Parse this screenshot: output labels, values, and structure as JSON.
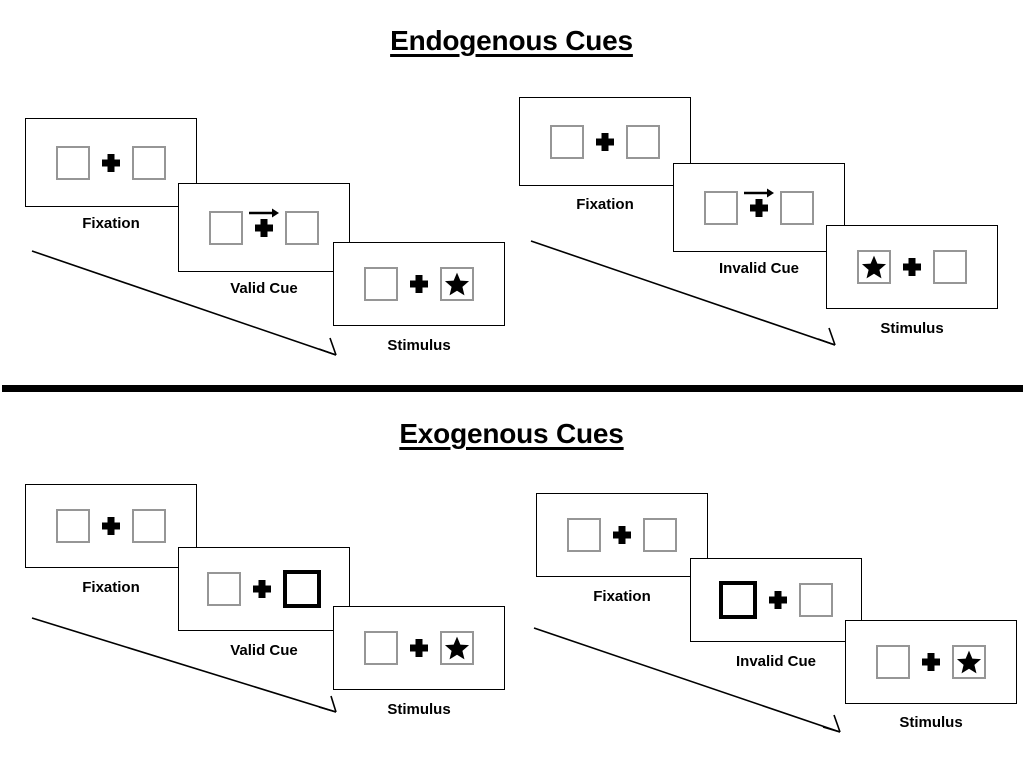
{
  "figure": {
    "background_color": "#ffffff",
    "line_color": "#000000",
    "box_border_color": "#969696",
    "cue_border_color": "#000000"
  },
  "sections": [
    {
      "id": "endogenous",
      "title": "Endogenous Cues",
      "streams": [
        {
          "id": "endogenous-valid",
          "panels": [
            {
              "label": "Fixation",
              "left_box": "empty",
              "right_box": "empty",
              "center": "fixation-cross",
              "cue": "none"
            },
            {
              "label": "Valid Cue",
              "left_box": "empty",
              "right_box": "empty",
              "center": "fixation-cross",
              "cue": "arrow-right"
            },
            {
              "label": "Stimulus",
              "left_box": "empty",
              "right_box": "star",
              "center": "fixation-cross",
              "cue": "none"
            }
          ]
        },
        {
          "id": "endogenous-invalid",
          "panels": [
            {
              "label": "Fixation",
              "left_box": "empty",
              "right_box": "empty",
              "center": "fixation-cross",
              "cue": "none"
            },
            {
              "label": "Invalid Cue",
              "left_box": "empty",
              "right_box": "empty",
              "center": "fixation-cross",
              "cue": "arrow-right"
            },
            {
              "label": "Stimulus",
              "left_box": "star",
              "right_box": "empty",
              "center": "fixation-cross",
              "cue": "none"
            }
          ]
        }
      ]
    },
    {
      "id": "exogenous",
      "title": "Exogenous Cues",
      "streams": [
        {
          "id": "exogenous-valid",
          "panels": [
            {
              "label": "Fixation",
              "left_box": "empty",
              "right_box": "empty",
              "center": "fixation-cross",
              "cue": "none"
            },
            {
              "label": "Valid Cue",
              "left_box": "empty",
              "right_box": "highlighted",
              "center": "fixation-cross",
              "cue": "none"
            },
            {
              "label": "Stimulus",
              "left_box": "empty",
              "right_box": "star",
              "center": "fixation-cross",
              "cue": "none"
            }
          ]
        },
        {
          "id": "exogenous-invalid",
          "panels": [
            {
              "label": "Fixation",
              "left_box": "empty",
              "right_box": "empty",
              "center": "fixation-cross",
              "cue": "none"
            },
            {
              "label": "Invalid Cue",
              "left_box": "highlighted",
              "right_box": "empty",
              "center": "fixation-cross",
              "cue": "none"
            },
            {
              "label": "Stimulus",
              "left_box": "empty",
              "right_box": "star",
              "center": "fixation-cross",
              "cue": "none"
            }
          ]
        }
      ]
    }
  ],
  "icons": {
    "star": "star-icon",
    "cross": "fixation-cross-icon",
    "arrow_right": "arrow-right-icon",
    "time_arrow": "time-flow-arrow-icon"
  }
}
